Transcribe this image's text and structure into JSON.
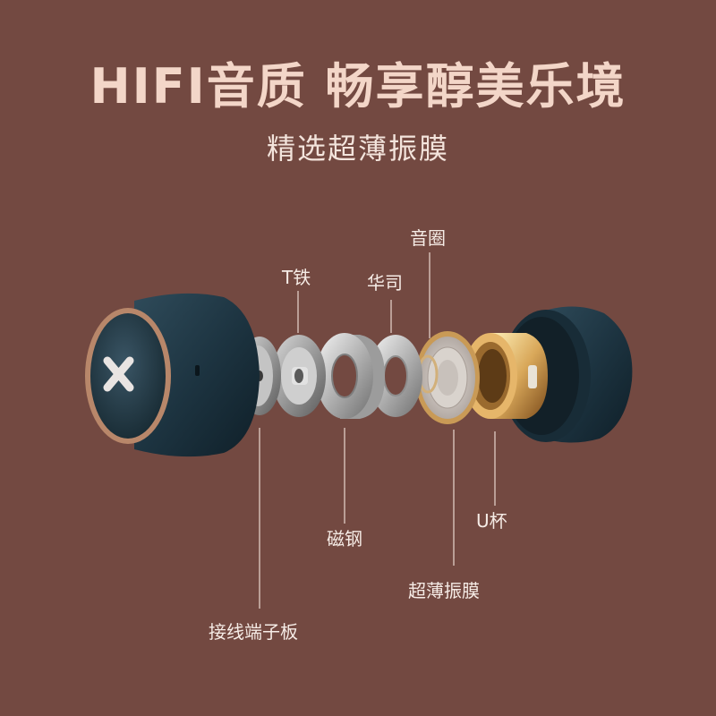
{
  "headline": "HIFI音质 畅享醇美乐境",
  "subheadline": "精选超薄振膜",
  "callouts": {
    "voice_coil": "音圈",
    "t_iron": "T铁",
    "washer": "华司",
    "magnet": "磁钢",
    "u_cup": "U杯",
    "diaphragm": "超薄振膜",
    "terminal_board": "接线端子板"
  },
  "colors": {
    "background": "#734941",
    "headline": "#f3d6c8",
    "earbud_body": "#1f3846",
    "bronze_ring": "#b8876a",
    "gold_cup": "#d9a85a"
  }
}
